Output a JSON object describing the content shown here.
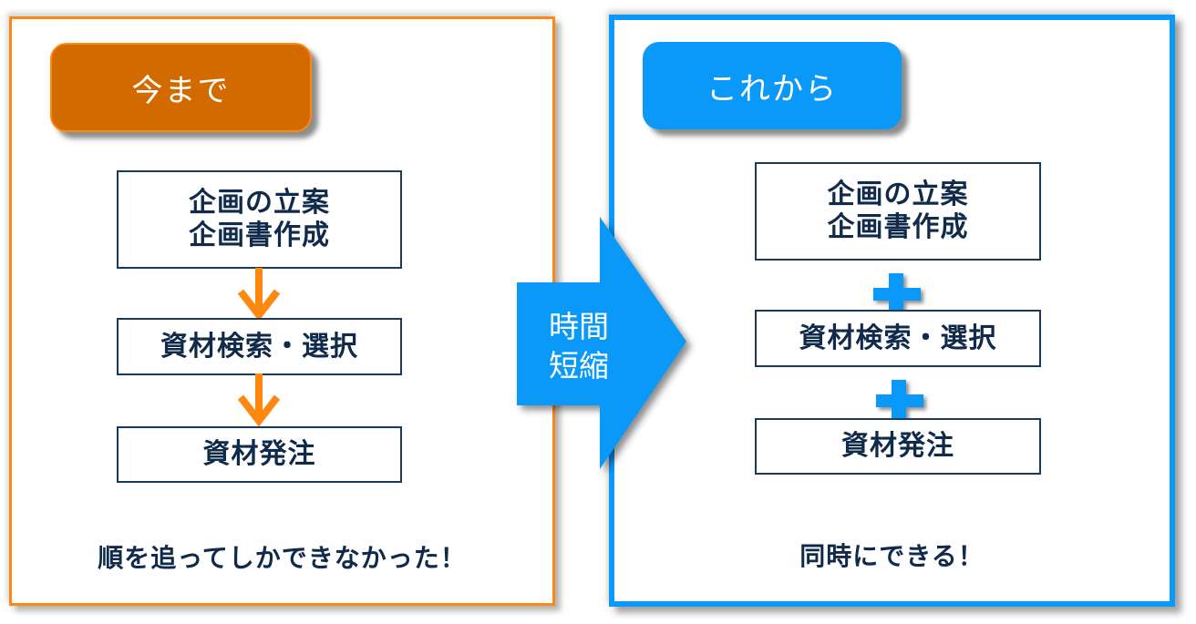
{
  "colors": {
    "before_accent": "#ff8811",
    "before_tag_fill": "#d26a00",
    "after_accent": "#0a99f8",
    "step_text": "#0f2a4a",
    "step_border": "#1a3a5c"
  },
  "before": {
    "title": "今まで",
    "steps": [
      {
        "label": "企画の立案\n企画書作成"
      },
      {
        "label": "資材検索・選択"
      },
      {
        "label": "資材発注"
      }
    ],
    "connector_icon": "arrow-down-icon",
    "footer": "順を追ってしかできなかった！"
  },
  "transition": {
    "label": "時間\n短縮",
    "icon": "arrow-right-icon"
  },
  "after": {
    "title": "これから",
    "steps": [
      {
        "label": "企画の立案\n企画書作成"
      },
      {
        "label": "資材検索・選択"
      },
      {
        "label": "資材発注"
      }
    ],
    "connector_icon": "plus-icon",
    "footer": "同時にできる！"
  }
}
